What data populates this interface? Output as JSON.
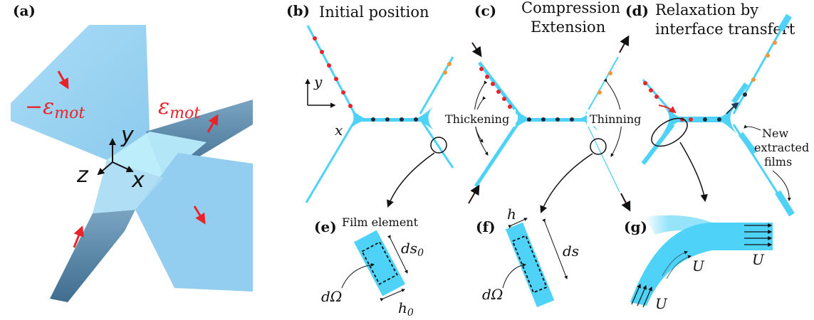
{
  "panels": {
    "a": {
      "label": "(a)",
      "neg_strain": "−ε",
      "pos_strain": "ε",
      "sub": "mot",
      "axis_y": "y",
      "axis_z": "z",
      "axis_x": "x"
    },
    "b": {
      "label": "(b)",
      "title": "Initial position",
      "axis_y": "y",
      "axis_x": "x"
    },
    "c": {
      "label": "(c)",
      "title_line1": "Compression",
      "title_line2": "Extension",
      "thickening": "Thickening",
      "thinning": "Thinning"
    },
    "d": {
      "label": "(d)",
      "title_line1": "Relaxation by",
      "title_line2": "interface transfert",
      "note_line1": "New",
      "note_line2": "extracted",
      "note_line3": "films"
    },
    "e": {
      "label": "(e)",
      "title": "Film element",
      "ds0": "ds",
      "ds0_sub": "0",
      "h0": "h",
      "h0_sub": "0",
      "domega": "dΩ"
    },
    "f": {
      "label": "(f)",
      "h": "h",
      "ds": "ds",
      "domega": "dΩ"
    },
    "g": {
      "label": "(g)",
      "u1": "U",
      "u2": "U",
      "u3": "U"
    }
  },
  "colors": {
    "film": "#4fd2f7",
    "film_3d": "#9fd6f2",
    "red_dot": "#e8242a",
    "orange_dot": "#f2963a",
    "black_dot": "#1e2b3a",
    "arrow_red": "#e8242a"
  }
}
